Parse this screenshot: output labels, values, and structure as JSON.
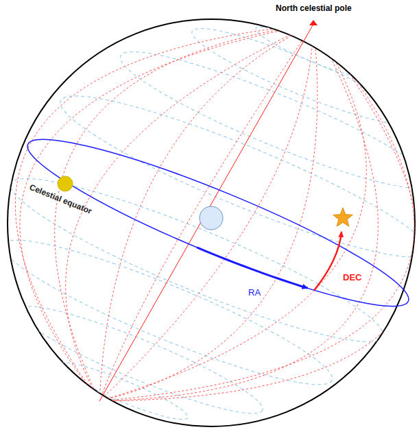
{
  "diagram": {
    "labels": [
      "North celestial pole",
      "Celestial equator",
      "RA",
      "DEC"
    ]
  }
}
